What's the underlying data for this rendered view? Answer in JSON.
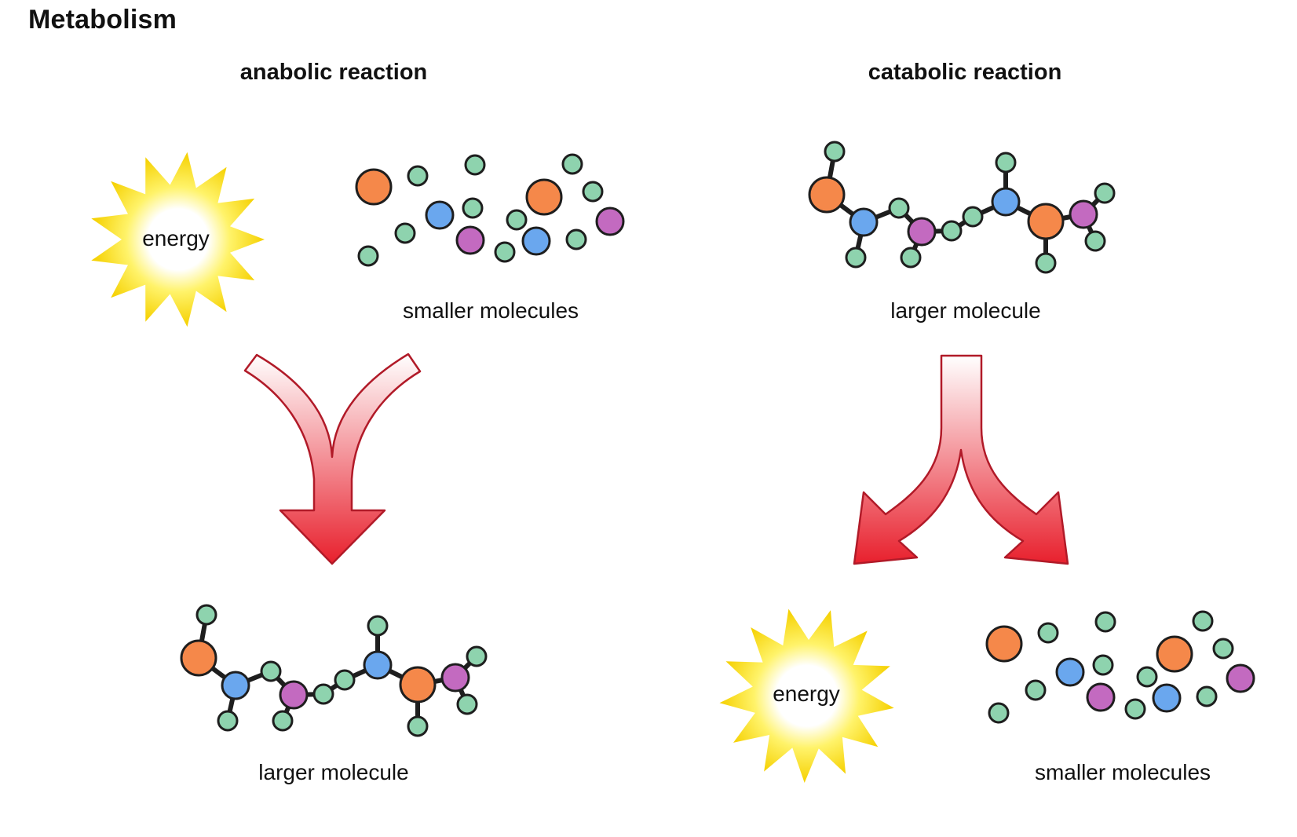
{
  "title": "Metabolism",
  "colors": {
    "orange": "#f5884a",
    "blue": "#6aa7ee",
    "purple": "#c36ac0",
    "green": "#8ed3ae",
    "outline": "#1e1e1e",
    "arrow_top": "#fdf2f3",
    "arrow_bottom": "#e8202d",
    "arrow_stroke": "#b11a28",
    "burst_center": "#ffffff",
    "burst_edge": "#f5d800"
  },
  "anabolic": {
    "heading": "anabolic reaction",
    "energy_label": "energy",
    "inputs_label": "smaller molecules",
    "output_label": "larger molecule"
  },
  "catabolic": {
    "heading": "catabolic reaction",
    "input_label": "larger molecule",
    "energy_label": "energy",
    "outputs_label": "smaller molecules"
  }
}
